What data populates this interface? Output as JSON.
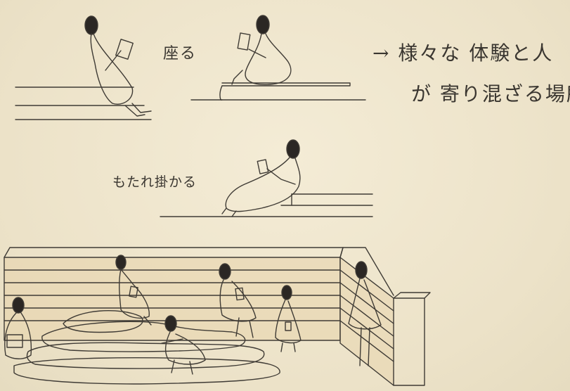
{
  "labels": {
    "sit": "座る",
    "lean": "もたれ掛かる",
    "note_line1": "→ 様々な 体験と人",
    "note_line2": "が 寄り混ざる場所"
  },
  "colors": {
    "paper": "#efe6cf",
    "pencil": "#3f3b35",
    "head_fill": "#2b2724",
    "wood_tint": "#e7d4ab"
  }
}
